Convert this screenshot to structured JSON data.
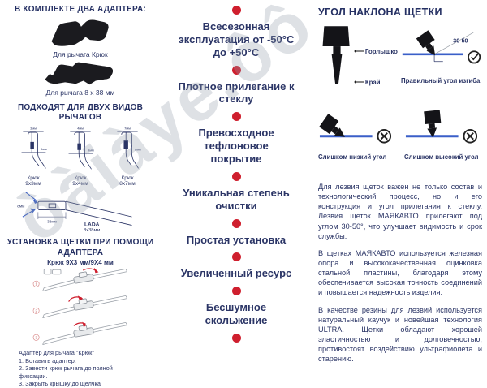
{
  "colors": {
    "navy": "#2b3566",
    "accent_red": "#cf1f2e",
    "diagram_blue": "#3a5fc8"
  },
  "watermark": "òàiàye.ôô",
  "left": {
    "adapters_heading": "В КОМПЛЕКТЕ ДВА АДАПТЕРА:",
    "adapter_hook_caption": "Для рычага Крюк",
    "adapter_side_caption": "Для рычага 8 х 38 мм",
    "arms_heading": "ПОДХОДЯТ ДЛЯ ДВУХ ВИДОВ РЫЧАГОВ",
    "hooks": [
      {
        "dim_top": "3мм",
        "dim_side": "9мм",
        "name": "Крюк",
        "size": "9х3мм"
      },
      {
        "dim_top": "4мм",
        "dim_side": "9мм",
        "name": "Крюк",
        "size": "9х4мм"
      },
      {
        "dim_top": "7мм",
        "dim_side": "8мм",
        "name": "Крюк",
        "size": "8х7мм"
      }
    ],
    "lada": {
      "dim_side": "8мм",
      "dim_len": "38мм",
      "name": "LADA",
      "size": "8х38мм"
    },
    "install_heading": "УСТАНОВКА ЩЕТКИ ПРИ ПОМОЩИ АДАПТЕРА",
    "install_subheading": "Крюк 9Х3 мм/9Х4 мм",
    "step_numbers": [
      "1",
      "2",
      "3"
    ],
    "instructions_title": "Адаптер для рычага \"Крюк\"",
    "instructions": [
      "1. Вставить адаптер.",
      "2. Завести крюк рычага до полной фиксации.",
      "3. Закрыть крышку до щелчка"
    ]
  },
  "middle": {
    "features": [
      "Всесезонная эксплуатация от -50°C до +50°C",
      "Плотное прилегание к стеклу",
      "Превосходное тефлоновое покрытие",
      "Уникальная степень очистки",
      "Простая установка",
      "Увеличенный ресурс",
      "Бесшумное скольжение"
    ]
  },
  "right": {
    "heading": "УГОЛ НАКЛОНА ЩЕТКИ",
    "label_neck": "Горлышко",
    "label_edge": "Край",
    "angle_value": "30-50",
    "correct_caption": "Правильный угол изгиба",
    "too_low_caption": "Слишком низкий угол",
    "too_high_caption": "Слишком высокий угол",
    "paragraphs": [
      "Для лезвия щеток важен не только состав и технологический процесс, но и его конструкция и угол прилегания к стеклу. Лезвия щеток МАЯКАВТО прилегают под углом 30-50°, что улучшает видимость и срок службы.",
      "В щетках МАЯКАВТО используется железная опора и высококачественная оцинковка стальной пластины, благодаря этому обеспечивается высокая точность соединений и повышается надежность изделия.",
      "В качестве резины для лезвий используется натуральный каучук и новейшая технология ULTRA. Щетки обладают хорошей эластичностью и долговечностью, противостоят воздействию ультрафиолета и старению."
    ]
  }
}
